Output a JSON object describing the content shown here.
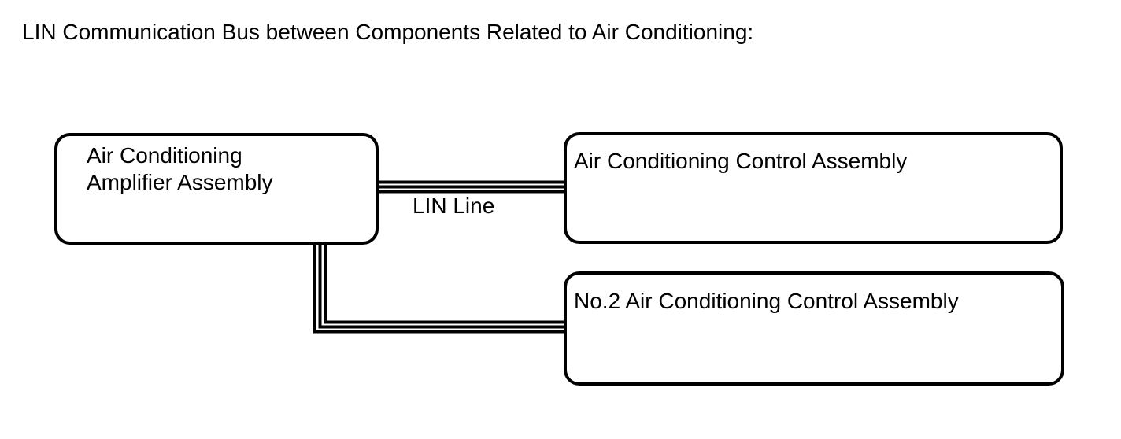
{
  "title": "LIN Communication Bus between Components Related to Air Conditioning:",
  "diagram": {
    "type": "communication-bus-diagram",
    "bus_label": "LIN Line",
    "line_color": "#000000",
    "background_color": "#ffffff",
    "connection_style": "triple-parallel-line",
    "nodes": {
      "amplifier": {
        "label": "Air Conditioning\nAmplifier Assembly"
      },
      "control": {
        "label": "Air Conditioning Control Assembly"
      },
      "no2_control": {
        "label": "No.2 Air Conditioning Control Assembly"
      }
    },
    "connections": [
      {
        "from": "Air Conditioning Amplifier Assembly",
        "to": "Air Conditioning Control Assembly",
        "label": "LIN Line"
      },
      {
        "from": "Air Conditioning Amplifier Assembly",
        "to": "No.2 Air Conditioning Control Assembly",
        "label": ""
      }
    ]
  }
}
